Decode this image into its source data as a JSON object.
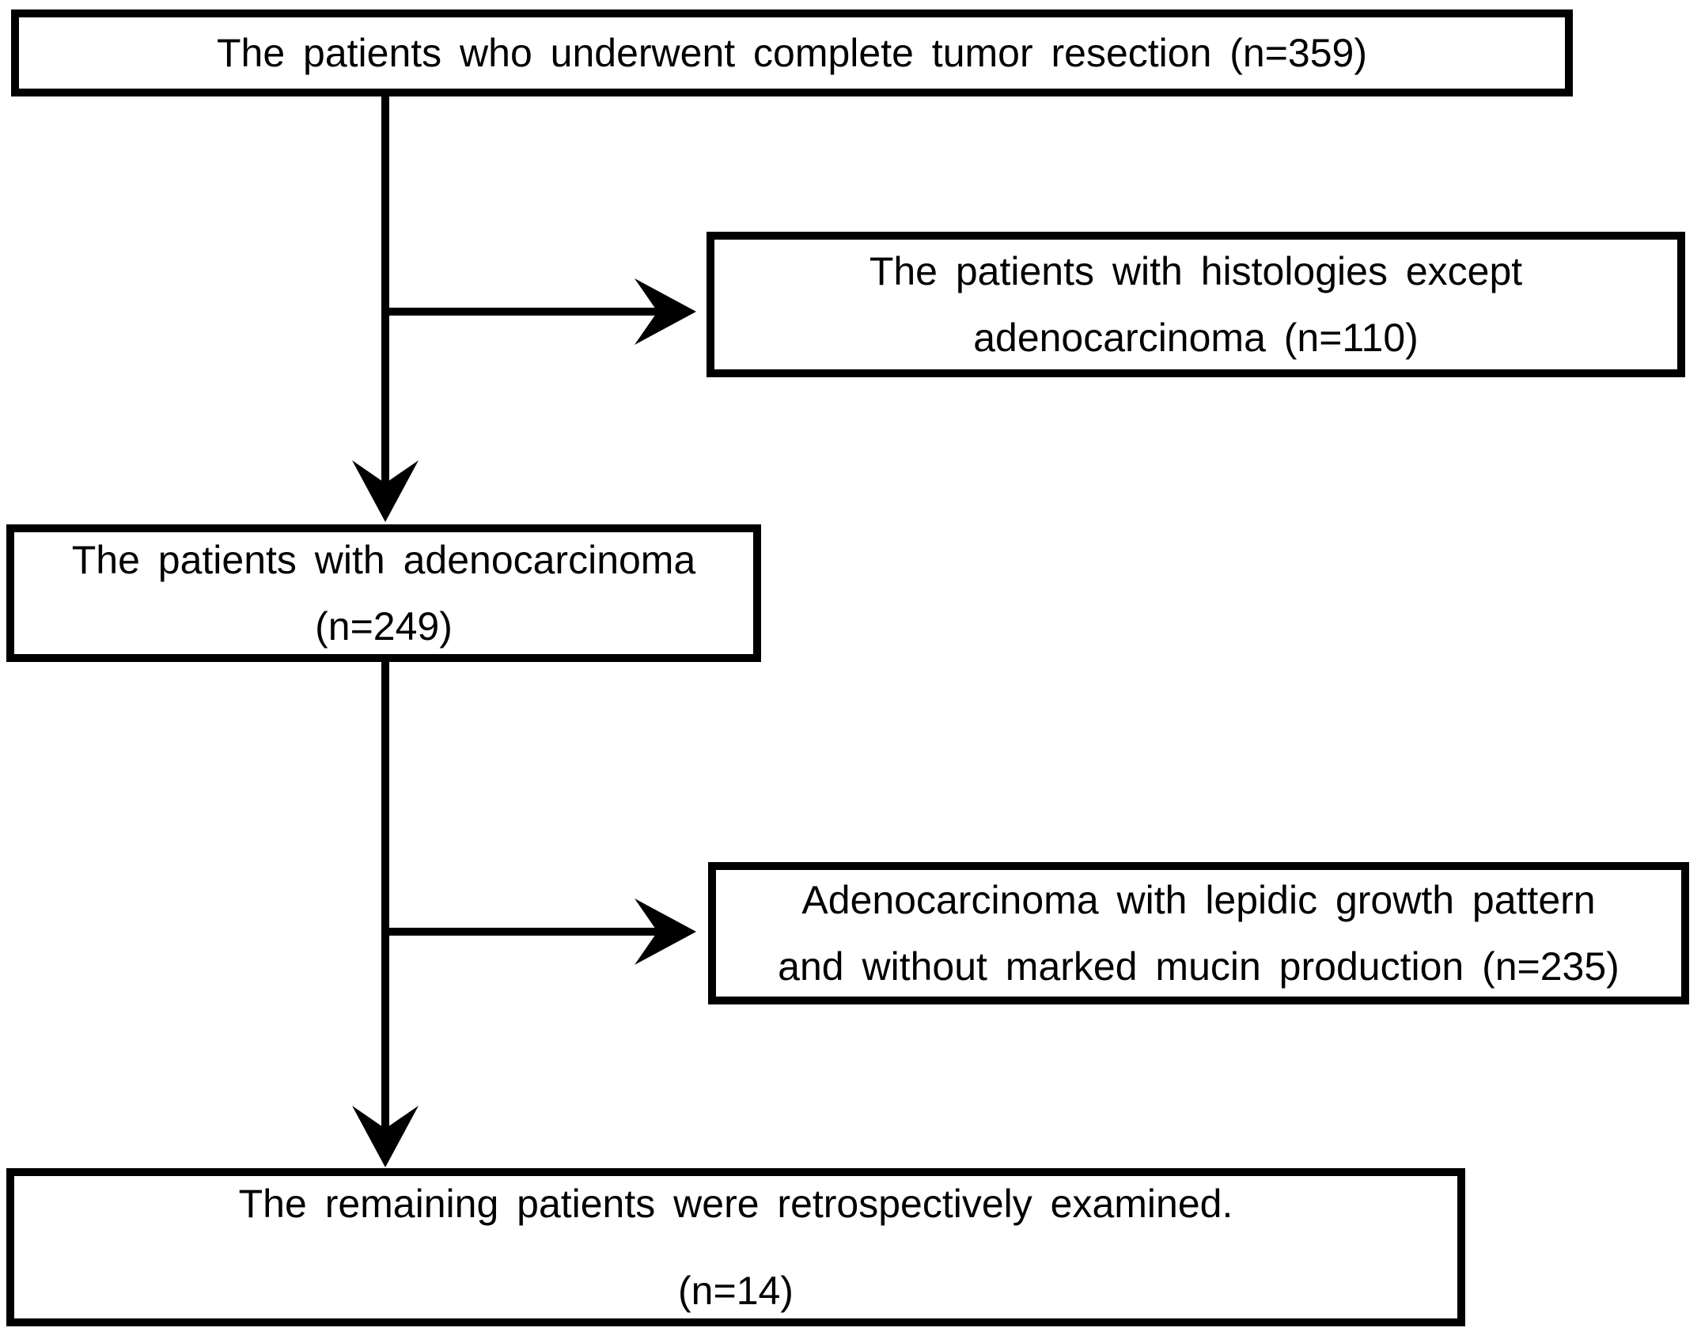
{
  "flowchart": {
    "description": "Patient selection flow diagram",
    "background_color": "#ffffff",
    "box_fill_color": "#ffffff",
    "box_border_color": "#000000",
    "text_color": "#000000",
    "arrow_color": "#000000",
    "nodes": [
      {
        "id": "complete-tumor-resection",
        "lines": [
          "The patients who underwent complete tumor resection (n=359)"
        ]
      },
      {
        "id": "histologies-except-adenocarcinoma",
        "lines": [
          "The patients with histologies except",
          "adenocarcinoma (n=110)"
        ]
      },
      {
        "id": "patients-with-adenocarcinoma",
        "lines": [
          "The patients with adenocarcinoma",
          "(n=249)"
        ]
      },
      {
        "id": "lepidic-growth-excluded",
        "lines": [
          "Adenocarcinoma with lepidic growth pattern",
          "and without marked mucin production (n=235)"
        ]
      },
      {
        "id": "remaining-patients-examined",
        "lines": [
          "The remaining patients were retrospectively examined.",
          "(n=14)"
        ]
      }
    ]
  }
}
